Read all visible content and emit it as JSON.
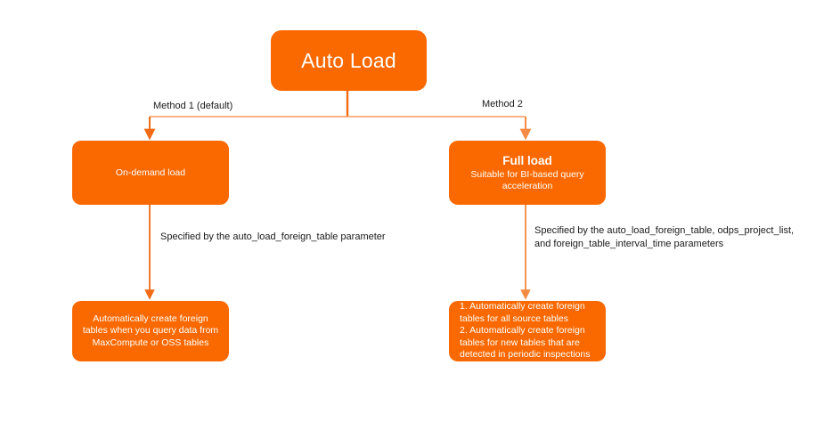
{
  "diagram": {
    "title": "Auto Load methods flowchart",
    "colors": {
      "node_fill": "#fa6800",
      "node_text": "#ffffff",
      "edge_line": "#f26a13",
      "edge_line_light": "#f79a5c",
      "label_text": "#1a1a1a",
      "background": "#ffffff"
    },
    "nodes": {
      "root": {
        "label": "Auto Load"
      },
      "on_demand": {
        "label": "On-demand load"
      },
      "full_load": {
        "title": "Full load",
        "subtitle_line1": "Suitable for BI-based query",
        "subtitle_line2": "acceleration"
      },
      "on_demand_result": {
        "line1": "Automatically create foreign",
        "line2": "tables when you query data from",
        "line3": "MaxCompute or OSS tables"
      },
      "full_load_result": {
        "line1": "1. Automatically create foreign",
        "line2": "tables for all source tables",
        "line3": "2. Automatically create foreign",
        "line4": "tables for new tables that are",
        "line5": "detected in periodic inspections"
      }
    },
    "edge_labels": {
      "method1": "Method 1 (default)",
      "method2": "Method 2",
      "param_left": "Specified by the auto_load_foreign_table parameter",
      "param_right_line1": "Specified by the auto_load_foreign_table, odps_project_list,",
      "param_right_line2": "and foreign_table_interval_time parameters"
    }
  }
}
